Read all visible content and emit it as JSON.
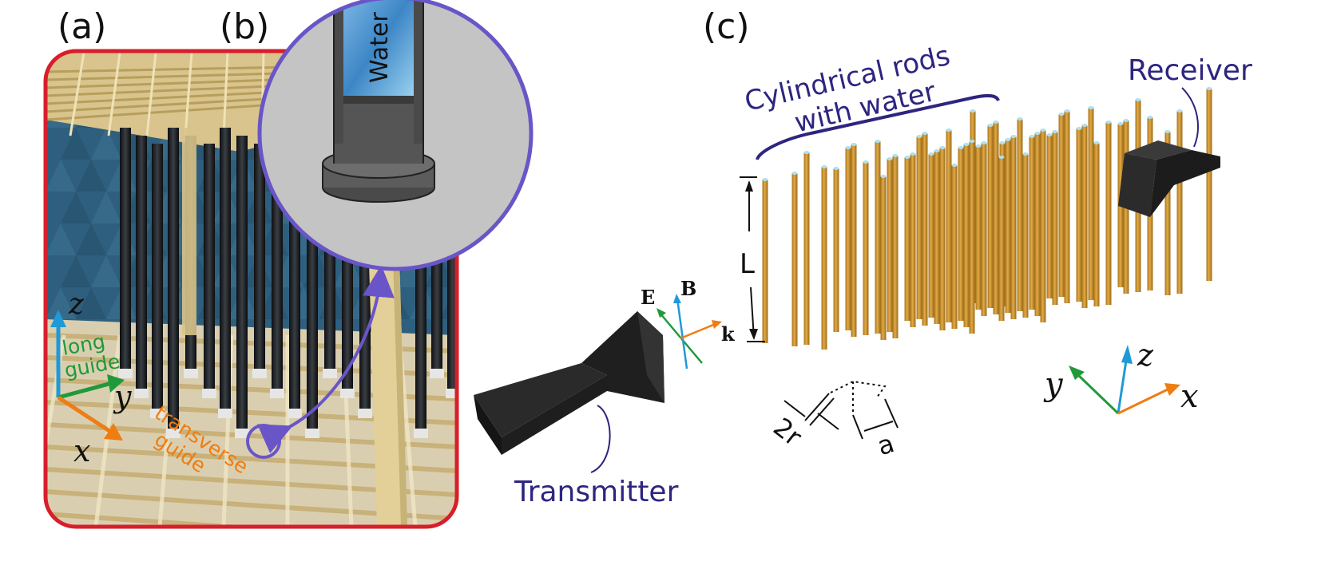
{
  "panels": {
    "a": "(a)",
    "b": "(b)",
    "c": "(c)"
  },
  "photo": {
    "axes": {
      "z": "z",
      "y": "y",
      "x": "x"
    },
    "long_guide": [
      "long",
      "guide"
    ],
    "transverse_guide": [
      "transverse",
      "guide"
    ],
    "inset_label": "Water"
  },
  "schematic": {
    "rods_label": [
      "Cylindrical rods",
      "with water"
    ],
    "receiver": "Receiver",
    "transmitter": "Transmitter",
    "length_label": "L",
    "radius_label": "2r",
    "spacing_label": "a",
    "fields": {
      "E": "E",
      "B": "B",
      "k": "k"
    },
    "axes": {
      "z": "z",
      "y": "y",
      "x": "x"
    }
  },
  "colors": {
    "frame_red": "#d81e2a",
    "inset_purple": "#6a55c8",
    "label_navy": "#2d2580",
    "rod_gold": "#c8932c",
    "axis_blue": "#1f9ad8",
    "axis_green": "#1f9a3a",
    "axis_orange": "#ef7d12",
    "horn_dark": "#2a2a2a",
    "anechoic_blue": "#2f5f7e",
    "wood": "#e2cf98"
  }
}
